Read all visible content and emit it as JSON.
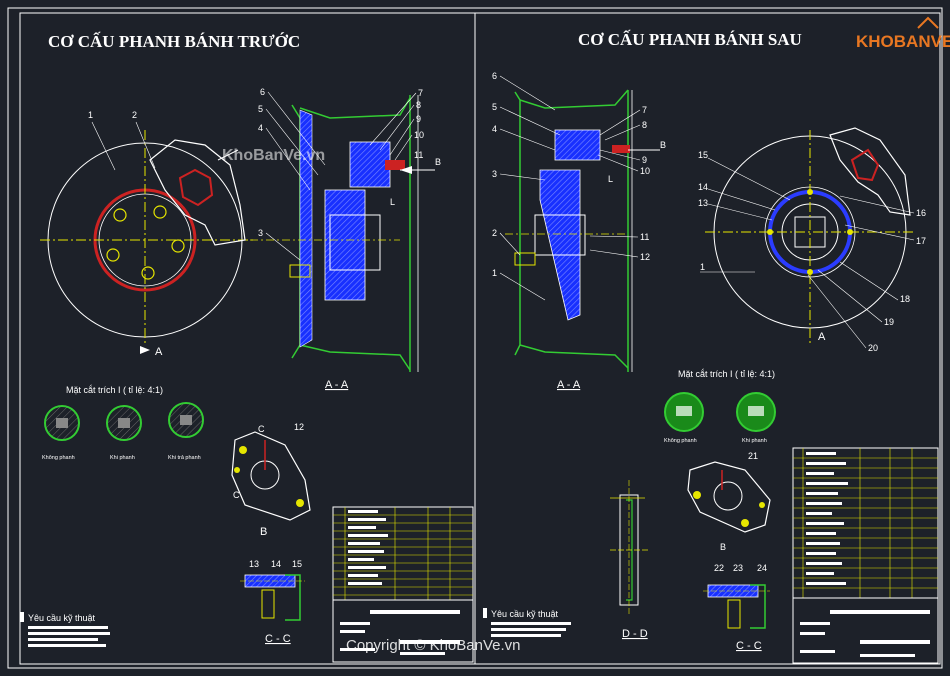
{
  "front": {
    "title": "CƠ CẤU PHANH BÁNH TRƯỚC",
    "section_label": "A - A",
    "detail_title": "Mặt cắt trích I ( tỉ lệ: 4:1)",
    "detail_captions": [
      "Không phanh",
      "Khi phanh",
      "Khi trả phanh"
    ],
    "view_b_label": "B",
    "view_c_label": "C - C",
    "requirements_label": "Yêu cầu kỹ thuật",
    "part_numbers": [
      "1",
      "2",
      "3",
      "4",
      "5",
      "6",
      "7",
      "8",
      "9",
      "10",
      "11",
      "12",
      "13",
      "14",
      "15"
    ],
    "arrow_b": "B",
    "arrow_a": "A",
    "mark_l": "L",
    "mark_c": "C"
  },
  "rear": {
    "title": "CƠ CẤU PHANH BÁNH SAU",
    "section_label": "A - A",
    "detail_title": "Mặt cắt trích I ( tỉ lệ: 4:1)",
    "detail_captions": [
      "Không phanh",
      "Khi phanh"
    ],
    "view_b_label": "B",
    "view_c_label": "C - C",
    "view_d_label": "D - D",
    "requirements_label": "Yêu cầu kỹ thuật",
    "part_numbers": [
      "1",
      "2",
      "3",
      "4",
      "5",
      "6",
      "7",
      "8",
      "9",
      "10",
      "11",
      "12",
      "13",
      "14",
      "15",
      "16",
      "17",
      "18",
      "19",
      "20",
      "21",
      "22",
      "23",
      "24"
    ],
    "arrow_b": "B",
    "arrow_a": "A",
    "mark_l": "L"
  },
  "watermark": {
    "logo": "KHOBANVE",
    "site": "KhoBanVe.vn",
    "copyright": "Copyright © KhoBanVe.vn"
  },
  "colors": {
    "background": "#1d2129",
    "outline": "#ffffff",
    "hatch": "#2b3cff",
    "rim": "#33cc33",
    "centerline": "#e6e600",
    "accent_red": "#cc2222",
    "logo": "#e87722"
  }
}
